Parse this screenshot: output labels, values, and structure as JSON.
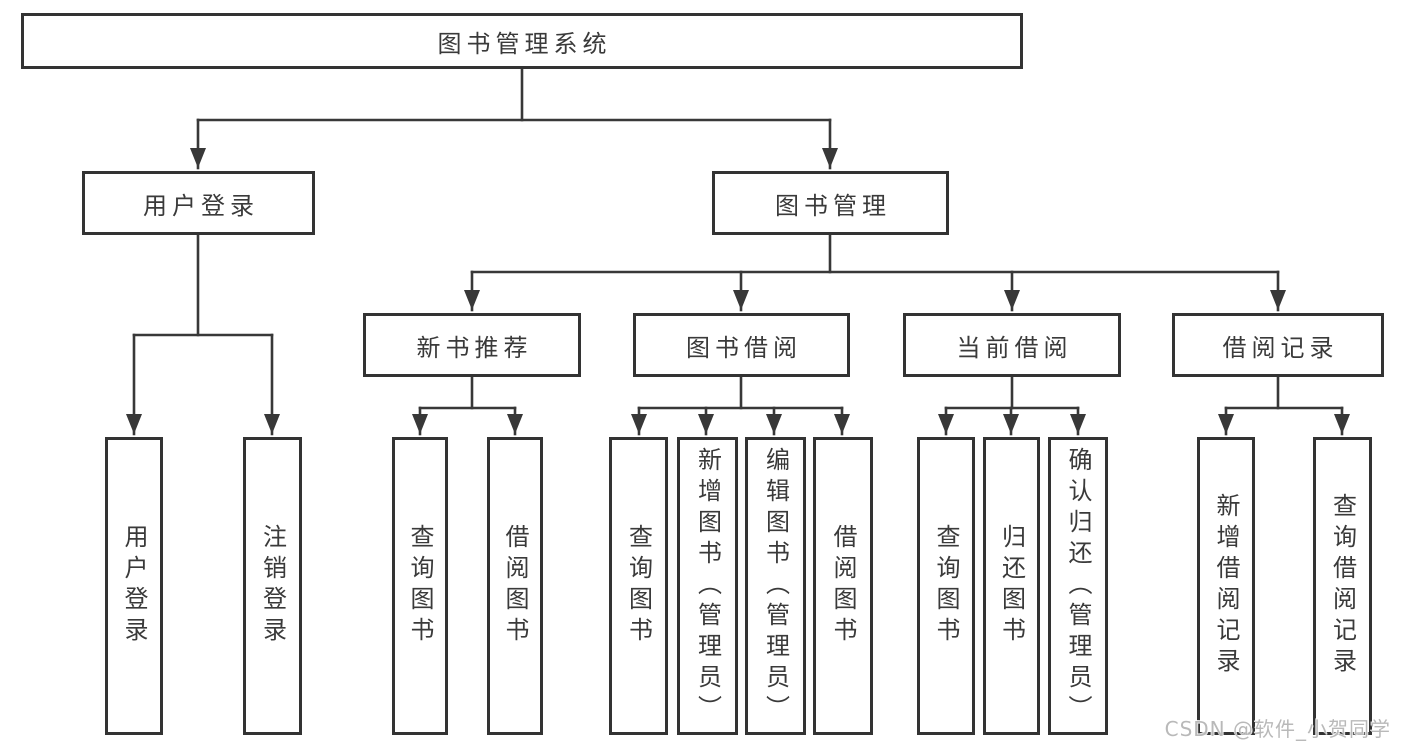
{
  "tree": {
    "root": "图书管理系统",
    "user_branch": {
      "label": "用户登录",
      "children": [
        "用户登录",
        "注销登录"
      ]
    },
    "book_branch": {
      "label": "图书管理",
      "groups": [
        {
          "label": "新书推荐",
          "children": [
            "查询图书",
            "借阅图书"
          ]
        },
        {
          "label": "图书借阅",
          "children": [
            "查询图书",
            "新增图书（管理员）",
            "编辑图书（管理员）",
            "借阅图书"
          ]
        },
        {
          "label": "当前借阅",
          "children": [
            "查询图书",
            "归还图书",
            "确认归还（管理员）"
          ]
        },
        {
          "label": "借阅记录",
          "children": [
            "新增借阅记录",
            "查询借阅记录"
          ]
        }
      ]
    }
  },
  "watermark": "CSDN @软件_小贺同学",
  "colors": {
    "line": "#383838",
    "border": "#333333",
    "text": "#3a3a3a",
    "watermark": "#b9b9b9",
    "background": "#ffffff"
  }
}
